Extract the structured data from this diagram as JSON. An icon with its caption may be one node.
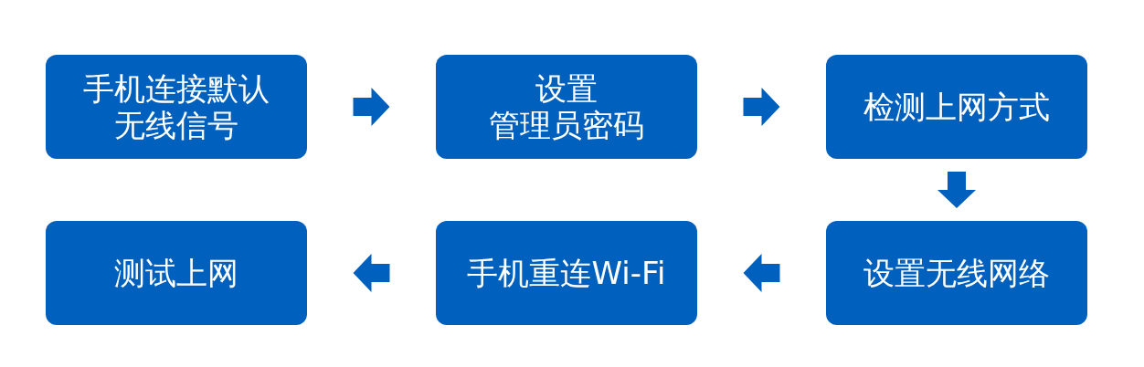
{
  "diagram": {
    "nodes": [
      {
        "text": [
          "手机连接默认无线信号"
        ]
      },
      {
        "text": [
          "设置管理员密码"
        ]
      },
      {
        "text": [
          "检测上网方式"
        ]
      },
      {
        "text": [
          "设置无线网络"
        ]
      },
      {
        "text": [
          "手机重连Wi-Fi"
        ]
      },
      {
        "text": [
          "测试上网"
        ]
      }
    ],
    "edges": [
      {
        "from": 0,
        "to": 1,
        "arrow": "to"
      },
      {
        "from": 1,
        "to": 2,
        "arrow": "to"
      },
      {
        "from": 2,
        "to": 3,
        "arrow": "to"
      },
      {
        "from": 3,
        "to": 4,
        "arrow": "to"
      },
      {
        "from": 4,
        "to": 5,
        "arrow": "to"
      }
    ]
  }
}
